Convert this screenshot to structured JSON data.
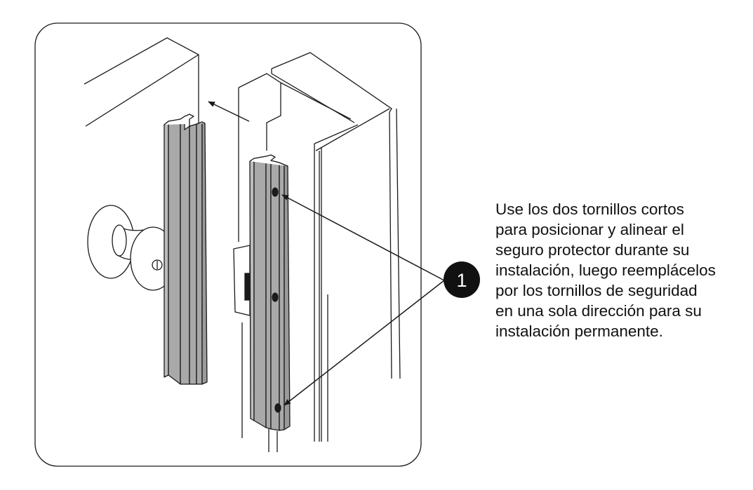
{
  "callout": {
    "number": "1",
    "lines": [
      "Use los dos tornillos cortos",
      "para posicionar y alinear el",
      "seguro protector durante su",
      "instalación, luego reemplácelos",
      "por los tornillos de seguridad",
      "en una sola dirección para su",
      "instalación permanente."
    ]
  },
  "colors": {
    "plate": "#a9a9a9",
    "outline": "#1a1a1a",
    "badge": "#111111",
    "badge_text": "#ffffff",
    "text": "#111111"
  },
  "icons": {
    "badge": "numbered-circle-icon",
    "pointer": "arrow-icon",
    "screw": "screw-head-icon",
    "knob": "door-knob-icon"
  }
}
